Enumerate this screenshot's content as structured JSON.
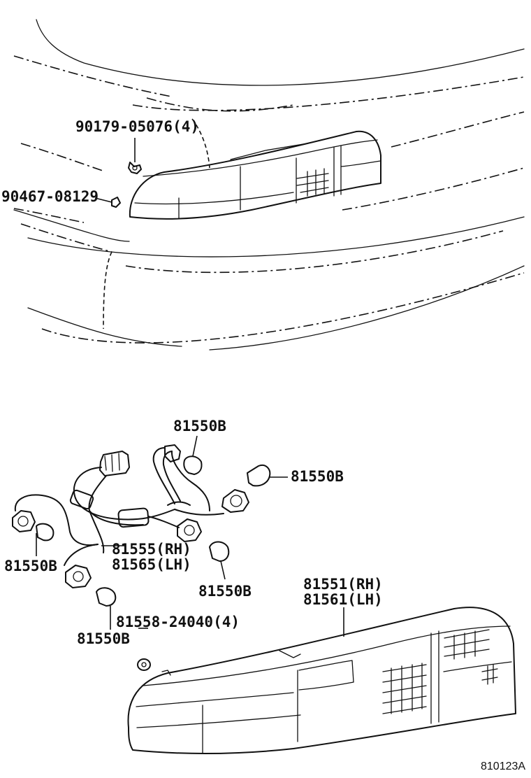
{
  "diagram": {
    "part_labels": {
      "screw_top": "90179-05076(4)",
      "clip_left": "90467-08129",
      "bulb_top": "81550B",
      "bulb_right": "81550B",
      "bulb_left": "81550B",
      "bulb_mid": "81550B",
      "bulb_bottom": "81550B",
      "socket_wire_rh": "81555(RH)",
      "socket_wire_lh": "81565(LH)",
      "lamp_rh": "81551(RH)",
      "lamp_lh": "81561(LH)",
      "gasket": "81558-24040(4)"
    },
    "illustration_code": "810123A"
  }
}
